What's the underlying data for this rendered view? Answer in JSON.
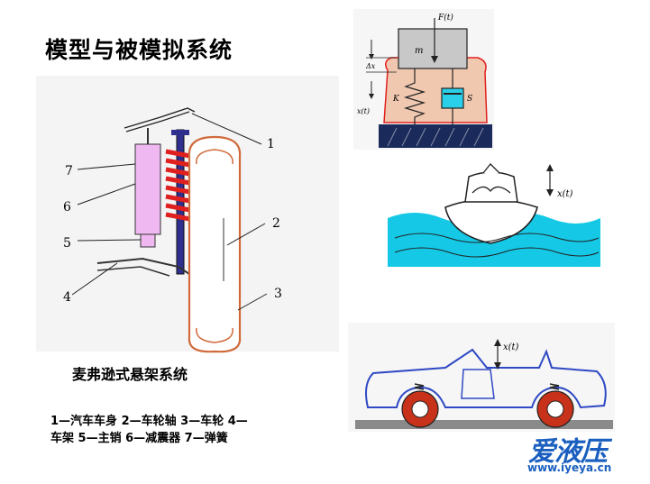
{
  "title": "模型与被模拟系统",
  "suspension": {
    "caption": "麦弗逊式悬架系统",
    "callouts": [
      "1",
      "2",
      "3",
      "4",
      "5",
      "6",
      "7"
    ],
    "legend_line1": "1—汽车车身  2—车轮轴  3—车轮  4—",
    "legend_line2": "车架   5—主销  6—减震器  7—弹簧"
  },
  "model": {
    "mass_label": "m",
    "force_label": "F(t)",
    "spring_label": "K",
    "damper_label": "S",
    "dx_label": "Δx",
    "x_label": "x(t)"
  },
  "boat": {
    "x_label": "x(t)"
  },
  "car": {
    "x_label": "x(t)"
  },
  "watermark": {
    "brand": "爱液压",
    "url": "www.iyeya.cn"
  },
  "colors": {
    "spring_red": "#e0201e",
    "damper_blue": "#2f2f8f",
    "shock_pink": "#f0b8f0",
    "water_cyan": "#15c8e6",
    "car_outline": "#2f49c4",
    "model_bg": "#f0c8b0",
    "ground": "#1a2a5a",
    "brand_blue": "#1a5fbf"
  }
}
